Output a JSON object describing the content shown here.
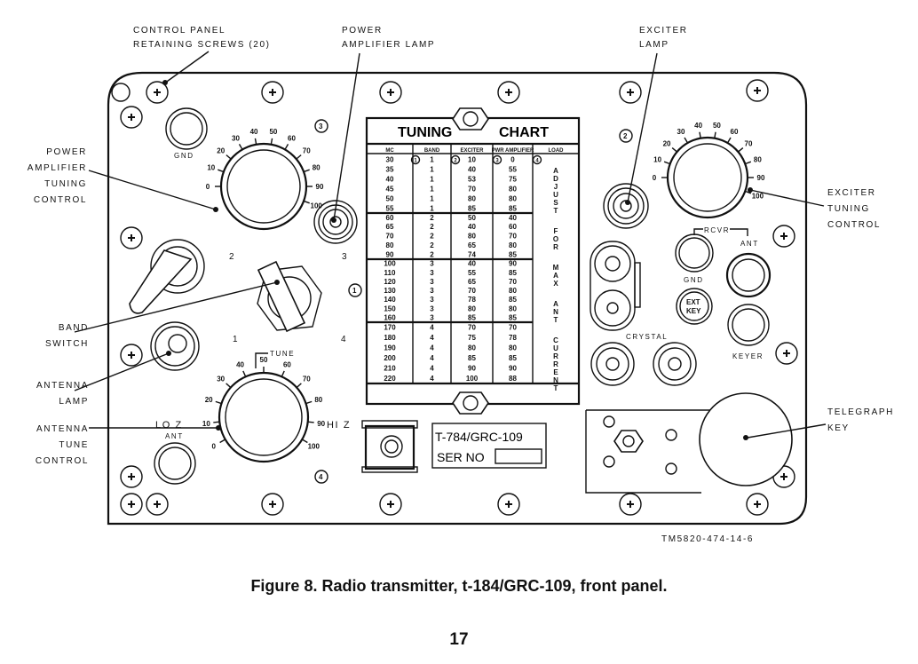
{
  "figure": {
    "caption": "Figure 8.  Radio transmitter, t-184/GRC-109, front panel.",
    "page_number": "17",
    "drawing_number": "TM5820-474-14-6"
  },
  "callouts": {
    "retaining_screws": [
      "CONTROL PANEL",
      "RETAINING SCREWS (20)"
    ],
    "pa_lamp": [
      "POWER",
      "AMPLIFIER LAMP"
    ],
    "exciter_lamp": [
      "EXCITER",
      "LAMP"
    ],
    "pa_tuning": [
      "POWER",
      "AMPLIFIER",
      "TUNING",
      "CONTROL"
    ],
    "band_switch": [
      "BAND",
      "SWITCH"
    ],
    "antenna_lamp": [
      "ANTENNA",
      "LAMP"
    ],
    "antenna_tune": [
      "ANTENNA",
      "TUNE",
      "CONTROL"
    ],
    "exciter_tuning": [
      "EXCITER",
      "TUNING",
      "CONTROL"
    ],
    "telegraph_key": [
      "TELEGRAPH",
      "KEY"
    ]
  },
  "panel": {
    "gnd_label": "GND",
    "ant_label": "ANT",
    "tune_label": "TUNE",
    "lo_z": "LO Z",
    "hi_z": "HI Z",
    "crystal_label": "CRYSTAL",
    "rcvr_label": "RCVR",
    "rcvr_gnd_label": "GND",
    "rcvr_ant_label": "ANT",
    "ext_key_label": [
      "EXT",
      "KEY"
    ],
    "keyer_label": "KEYER",
    "model_plate": "T-784/GRC-109",
    "ser_no": "SER NO",
    "circled_numbers": [
      "1",
      "2",
      "3",
      "4"
    ],
    "band_positions": [
      "1",
      "2",
      "3",
      "4"
    ],
    "dial_scale": [
      "0",
      "10",
      "20",
      "30",
      "40",
      "50",
      "60",
      "70",
      "80",
      "90",
      "100"
    ]
  },
  "tuning_chart": {
    "title_left": "TUNING",
    "title_right": "CHART",
    "headers": [
      "MC",
      "BAND",
      "EXCITER",
      "PWR AMPLIFIER",
      "LOAD"
    ],
    "header_markers": [
      "1",
      "2",
      "3",
      "4"
    ],
    "load_note": "ADJUST FOR MAX ANT CURRENT",
    "groups": [
      {
        "rows": [
          [
            "30",
            "1",
            "10",
            "0"
          ],
          [
            "35",
            "1",
            "40",
            "55"
          ],
          [
            "40",
            "1",
            "53",
            "75"
          ],
          [
            "45",
            "1",
            "70",
            "80"
          ],
          [
            "50",
            "1",
            "80",
            "80"
          ],
          [
            "55",
            "1",
            "85",
            "85"
          ]
        ]
      },
      {
        "rows": [
          [
            "60",
            "2",
            "50",
            "40"
          ],
          [
            "65",
            "2",
            "40",
            "60"
          ],
          [
            "70",
            "2",
            "80",
            "70"
          ],
          [
            "80",
            "2",
            "65",
            "80"
          ],
          [
            "90",
            "2",
            "74",
            "85"
          ]
        ]
      },
      {
        "rows": [
          [
            "100",
            "3",
            "40",
            "90"
          ],
          [
            "110",
            "3",
            "55",
            "85"
          ],
          [
            "120",
            "3",
            "65",
            "70"
          ],
          [
            "130",
            "3",
            "70",
            "80"
          ],
          [
            "140",
            "3",
            "78",
            "85"
          ],
          [
            "150",
            "3",
            "80",
            "80"
          ],
          [
            "160",
            "3",
            "85",
            "85"
          ]
        ]
      },
      {
        "rows": [
          [
            "170",
            "4",
            "70",
            "70"
          ],
          [
            "180",
            "4",
            "75",
            "78"
          ],
          [
            "190",
            "4",
            "80",
            "80"
          ],
          [
            "200",
            "4",
            "85",
            "85"
          ],
          [
            "210",
            "4",
            "90",
            "90"
          ],
          [
            "220",
            "4",
            "100",
            "88"
          ]
        ]
      }
    ]
  }
}
